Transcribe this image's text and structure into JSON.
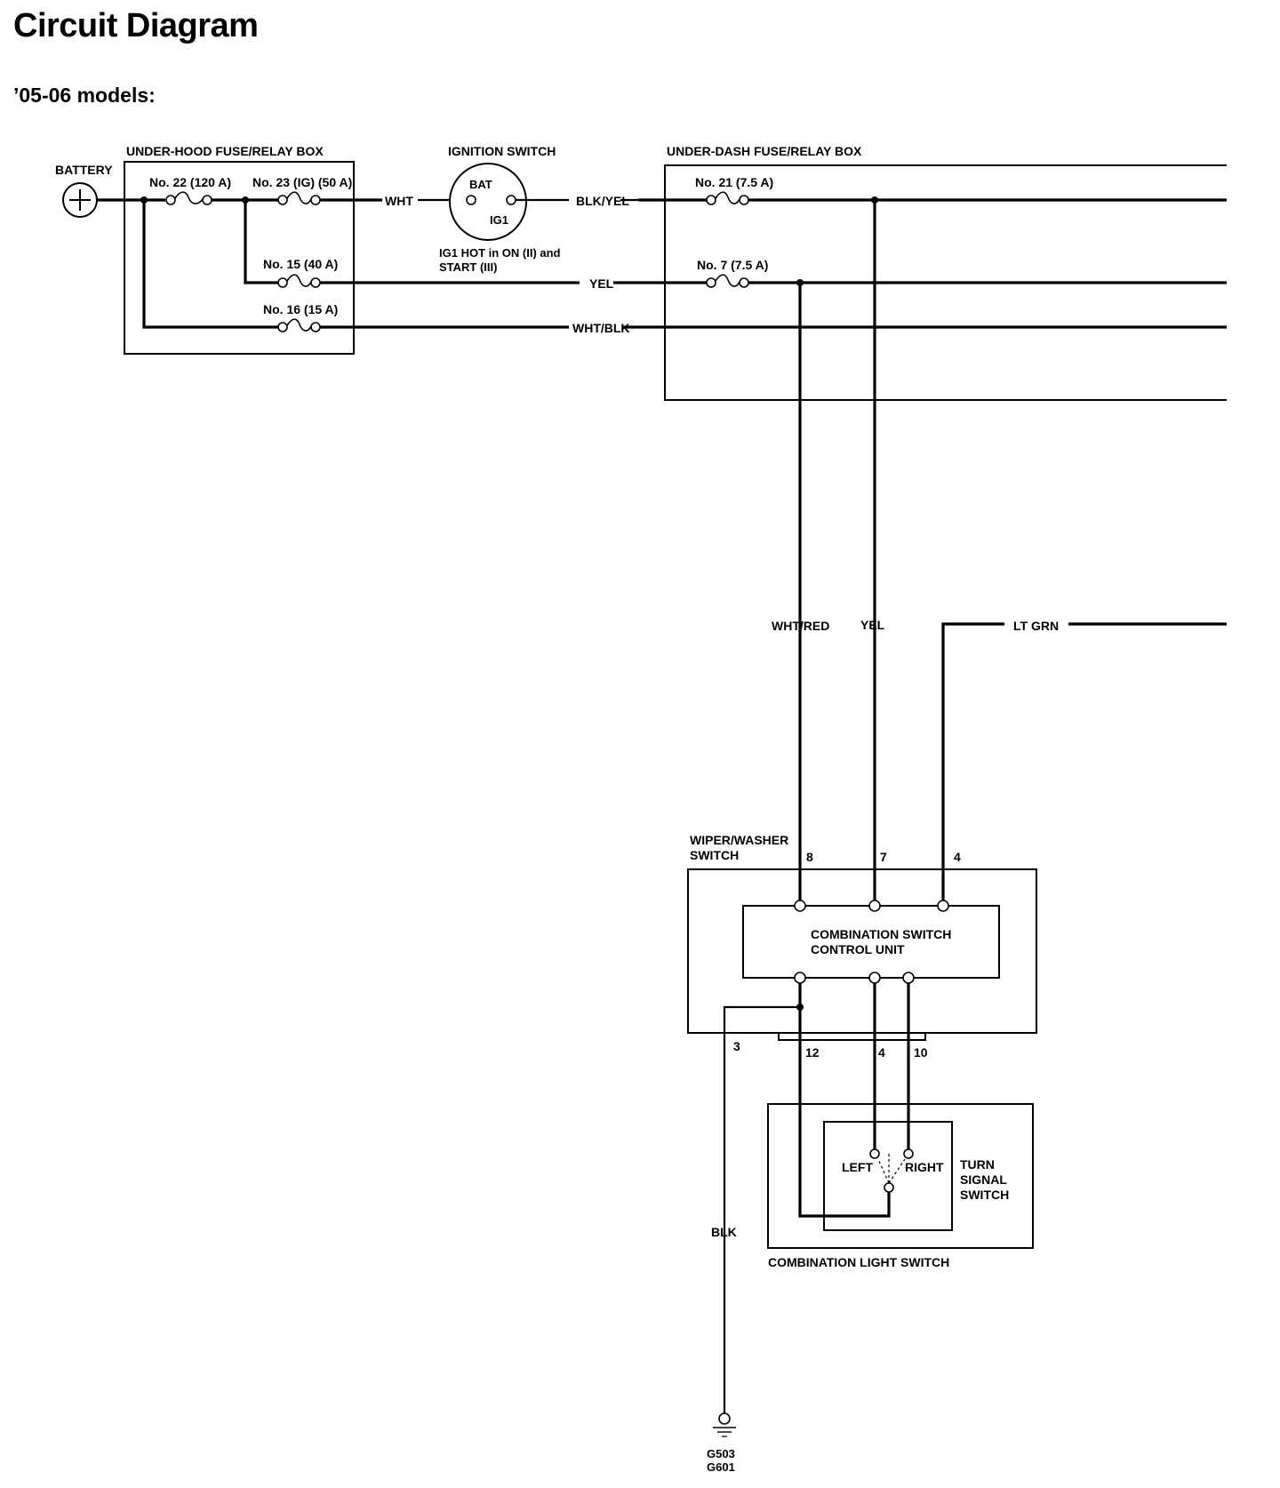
{
  "page": {
    "title": "Circuit Diagram",
    "subtitle": "’05-06 models:"
  },
  "labels": {
    "battery": "BATTERY",
    "underhood_box": "UNDER-HOOD FUSE/RELAY BOX",
    "ignition_switch": "IGNITION SWITCH",
    "underdash_box": "UNDER-DASH FUSE/RELAY BOX",
    "ign_note_1": "IG1 HOT in ON (II) and",
    "ign_note_2": "START (III)",
    "bat_terminal": "BAT",
    "ig1_terminal": "IG1",
    "wiper_washer_1": "WIPER/WASHER",
    "wiper_washer_2": "SWITCH",
    "control_unit_1": "COMBINATION SWITCH",
    "control_unit_2": "CONTROL UNIT",
    "turn_signal_1": "TURN",
    "turn_signal_2": "SIGNAL",
    "turn_signal_3": "SWITCH",
    "left": "LEFT",
    "right": "RIGHT",
    "combination_light_switch": "COMBINATION LIGHT SWITCH",
    "ground_1": "G503",
    "ground_2": "G601"
  },
  "fuses": {
    "no22": "No. 22 (120 A)",
    "no23": "No. 23 (IG) (50 A)",
    "no15": "No. 15 (40 A)",
    "no16": "No. 16 (15 A)",
    "no21": "No. 21 (7.5 A)",
    "no7": "No. 7 (7.5 A)"
  },
  "wires": {
    "wht": "WHT",
    "blk_yel": "BLK/YEL",
    "yel": "YEL",
    "wht_blk": "WHT/BLK",
    "wht_red": "WHT/RED",
    "yel_vertical": "YEL",
    "lt_grn": "LT GRN",
    "blk": "BLK"
  },
  "pins": {
    "p8": "8",
    "p7": "7",
    "p4_top": "4",
    "p3": "3",
    "p12": "12",
    "p4_bottom": "4",
    "p10": "10"
  }
}
